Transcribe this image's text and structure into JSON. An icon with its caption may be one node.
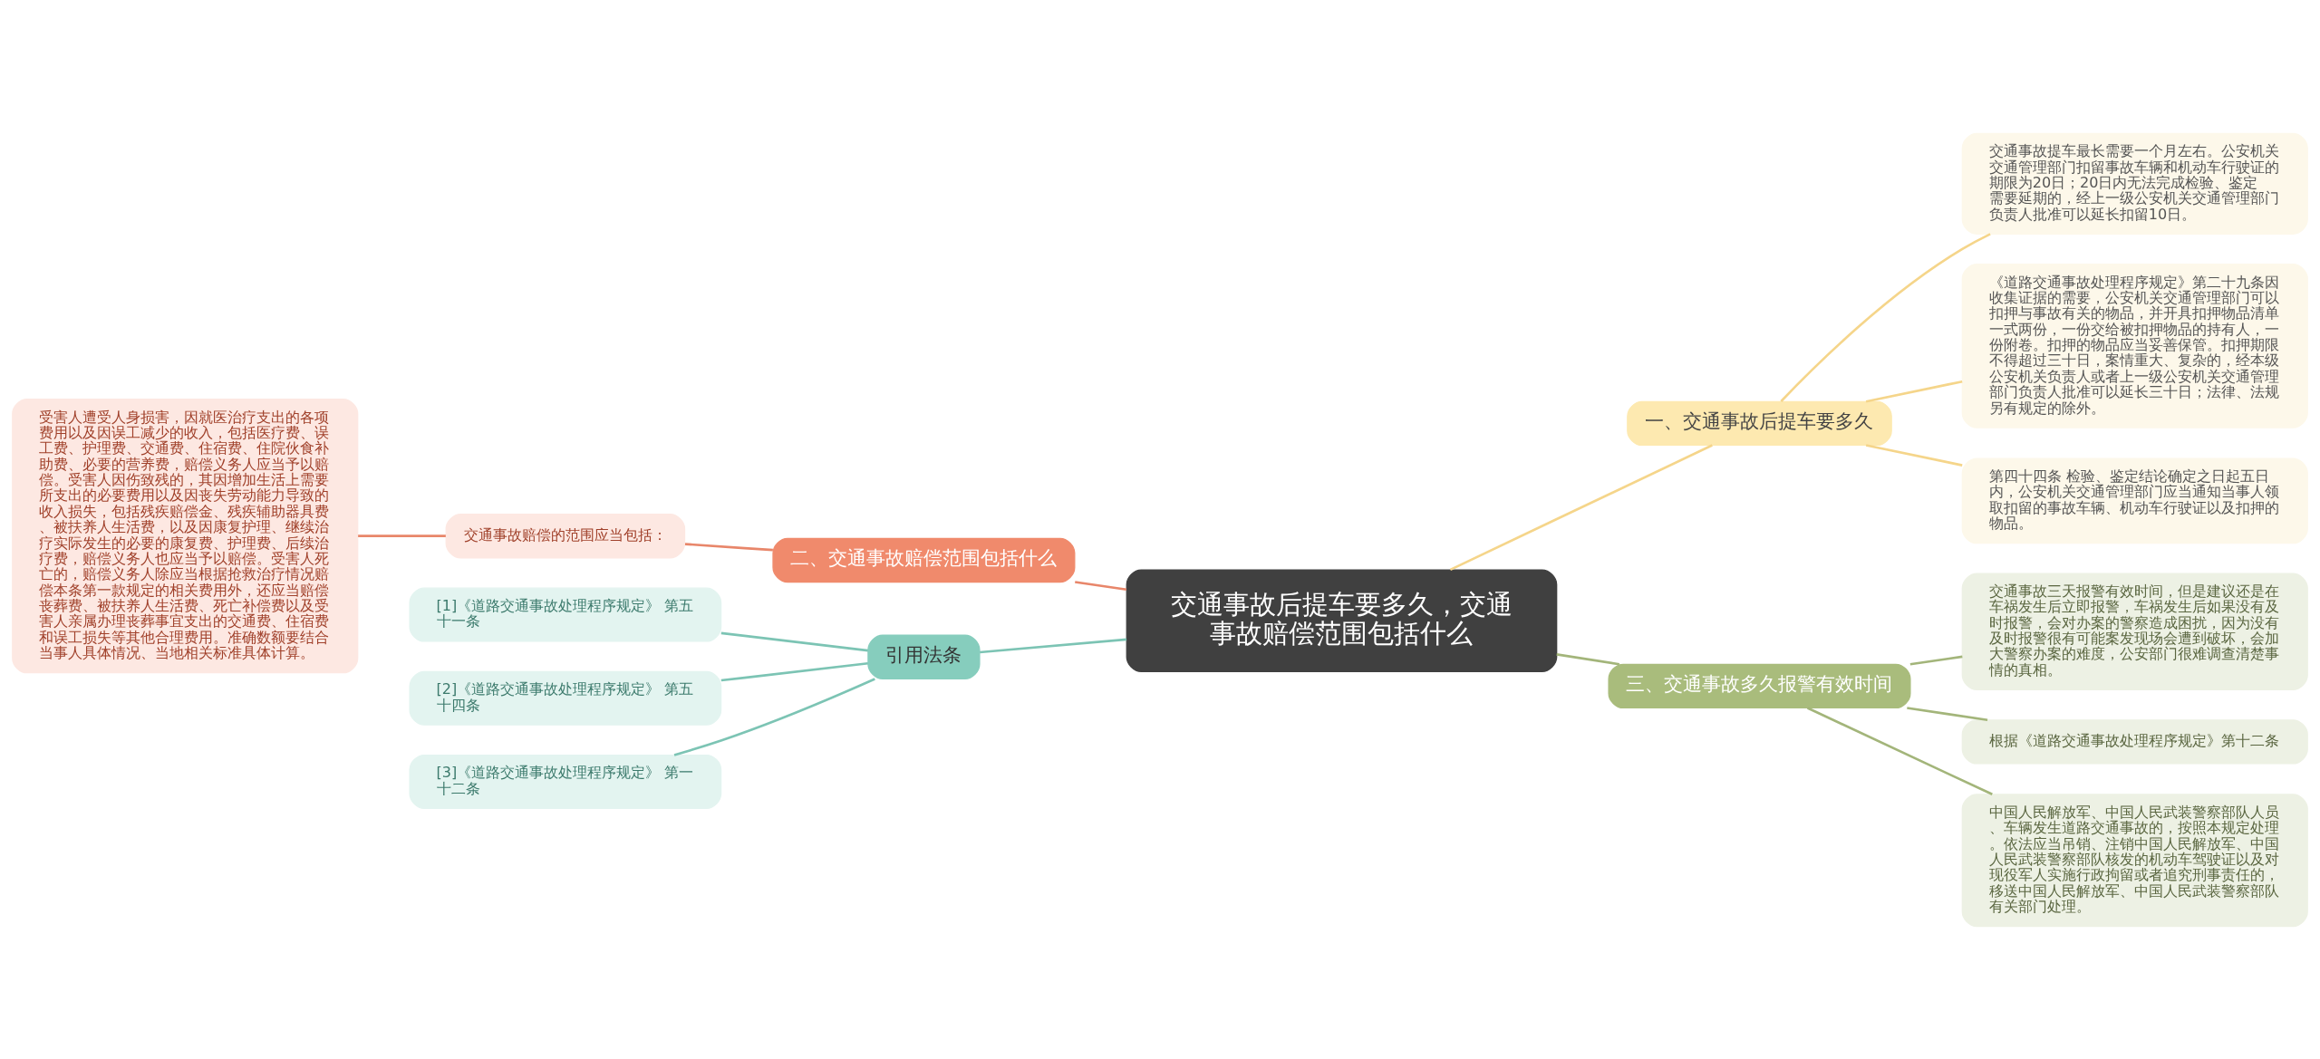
{
  "diagram": {
    "nodes": [
      {
        "text": [
          "交通事故后提车要多久，交通事故赔偿范围包括什么"
        ]
      },
      {
        "text": [
          "一、交通事故后提车要多久"
        ]
      },
      {
        "text": [
          "交通事故提车最长需要一个月左右。公安机关交通管理部门扣留事故车辆和机动车行驶证的期限为20日；20日内无法完成检验、鉴定需要延期的，经上一级公安机关交通管理部门负责人批准可以延长扣留10日。"
        ]
      },
      {
        "text": [
          "《道路交通事故处理程序规定》第二十九条因收集证据的需要，公安机关交通管理部门可以扣押与事故有关的物品，并开具扣押物品清单一式两份，一份交给被扣押物品的持有人，一份附卷。扣押的物品应当妥善保管。扣押期限不得超过三十日，案情重大、复杂的，经本级公安机关负责人或者上一级公安机关交通管理部门负责人批准可以延长三十日；法律、法规另有规定的除外。"
        ]
      },
      {
        "text": [
          "第四十四条 检验、鉴定结论确定之日起五日内，公安机关交通管理部门应当通知当事人领取扣留的事故车辆、机动车行驶证以及扣押的物品。"
        ]
      },
      {
        "text": [
          "二、交通事故赔偿范围包括什么"
        ]
      },
      {
        "text": [
          "交通事故赔偿的范围应当包括："
        ]
      },
      {
        "text": [
          "受害人遭受人身损害，因就医治疗支出的各项费用以及因误工减少的收入，包括医疗费、误工费、护理费、交通费、住宿费、住院伙食补助费、必要的营养费，赔偿义务人应当予以赔偿。受害人因伤致残的，其因增加生活上需要所支出的必要费用以及因丧失劳动能力导致的收入损失，包括残疾赔偿金、残疾辅助器具费、被扶养人生活费，以及因康复护理、继续治疗实际发生的必要的康复费、护理费、后续治疗费，赔偿义务人也应当予以赔偿。受害人死亡的，赔偿义务人除应当根据抢救治疗情况赔偿本条第一款规定的相关费用外，还应当赔偿丧葬费、被扶养人生活费、死亡补偿费以及受害人亲属办理丧葬事宜支出的交通费、住宿费和误工损失等其他合理费用。准确数额要结合当事人具体情况、当地相关标准具体计算。"
        ]
      },
      {
        "text": [
          "引用法条"
        ]
      },
      {
        "text": [
          "[1]《道路交通事故处理程序规定》 第五十一条"
        ]
      },
      {
        "text": [
          "[2]《道路交通事故处理程序规定》 第五十四条"
        ]
      },
      {
        "text": [
          "[3]《道路交通事故处理程序规定》 第一十二条"
        ]
      },
      {
        "text": [
          "三、交通事故多久报警有效时间"
        ]
      },
      {
        "text": [
          "交通事故三天报警有效时间，但是建议还是在车祸发生后立即报警，车祸发生后如果没有及时报警，会对办案的警察造成困扰，因为没有及时报警很有可能案发现场会遭到破坏，会加大警察办案的难度，公安部门很难调查清楚事情的真相。"
        ]
      },
      {
        "text": [
          "根据《道路交通事故处理程序规定》第十二条"
        ]
      },
      {
        "text": [
          "中国人民解放军、中国人民武装警察部队人员、车辆发生道路交通事故的，按照本规定处理。依法应当吊销、注销中国人民解放军、中国人民武装警察部队核发的机动车驾驶证以及对现役军人实施行政拘留或者追究刑事责任的，移送中国人民解放军、中国人民武装警察部队有关部门处理。"
        ]
      }
    ],
    "edges": [
      {
        "from": 0,
        "to": 1,
        "arrow": "none",
        "color": "#f5d58a"
      },
      {
        "from": 1,
        "to": 2,
        "arrow": "none",
        "color": "#f5d58a"
      },
      {
        "from": 1,
        "to": 3,
        "arrow": "none",
        "color": "#f5d58a"
      },
      {
        "from": 1,
        "to": 4,
        "arrow": "none",
        "color": "#f5d58a"
      },
      {
        "from": 0,
        "to": 5,
        "arrow": "none",
        "color": "#e8866a"
      },
      {
        "from": 5,
        "to": 6,
        "arrow": "none",
        "color": "#e8866a"
      },
      {
        "from": 6,
        "to": 7,
        "arrow": "none",
        "color": "#e8866a"
      },
      {
        "from": 0,
        "to": 8,
        "arrow": "none",
        "color": "#7cc4b4"
      },
      {
        "from": 8,
        "to": 9,
        "arrow": "none",
        "color": "#7cc4b4"
      },
      {
        "from": 8,
        "to": 10,
        "arrow": "none",
        "color": "#7cc4b4"
      },
      {
        "from": 8,
        "to": 11,
        "arrow": "none",
        "color": "#7cc4b4"
      },
      {
        "from": 0,
        "to": 12,
        "arrow": "none",
        "color": "#a3b57a"
      },
      {
        "from": 12,
        "to": 13,
        "arrow": "none",
        "color": "#a3b57a"
      },
      {
        "from": 12,
        "to": 14,
        "arrow": "none",
        "color": "#a3b57a"
      },
      {
        "from": 12,
        "to": 15,
        "arrow": "none",
        "color": "#a3b57a"
      }
    ]
  }
}
